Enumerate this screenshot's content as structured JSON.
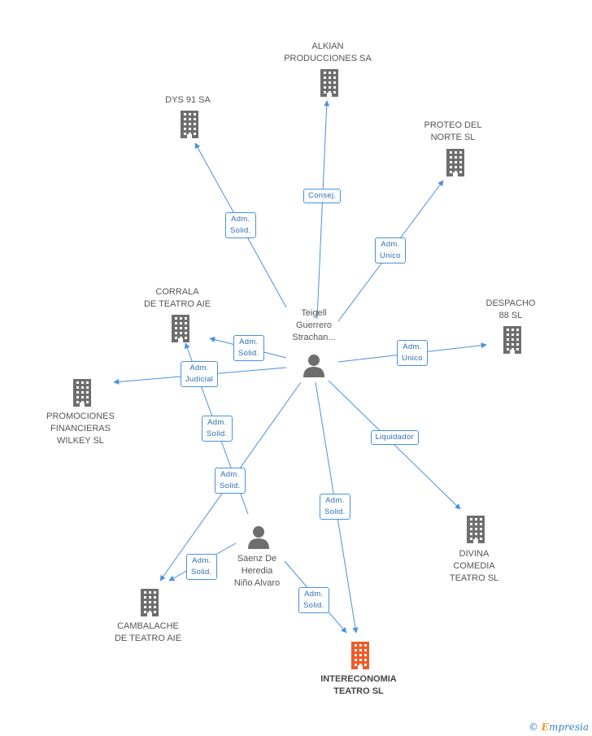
{
  "colors": {
    "edge": "#4a90e2",
    "building": "#6e6e6e",
    "focus_building": "#f05a28",
    "person": "#6e6e6e"
  },
  "nodes": {
    "alkian": {
      "label": "ALKIAN\nPRODUCCIONES SA",
      "icon": "building-icon"
    },
    "dys91": {
      "label": "DYS 91 SA",
      "icon": "building-icon"
    },
    "proteo": {
      "label": "PROTEO DEL\nNORTE SL",
      "icon": "building-icon"
    },
    "corrala": {
      "label": "CORRALA\nDE TEATRO AIE",
      "icon": "building-icon"
    },
    "despacho": {
      "label": "DESPACHO\n88 SL",
      "icon": "building-icon"
    },
    "teigell": {
      "label": "Teigell\nGuerrero\nStrachan...",
      "icon": "person-icon"
    },
    "promociones": {
      "label": "PROMOCIONES\nFINANCIERAS\nWILKEY SL",
      "icon": "building-icon"
    },
    "saenz": {
      "label": "Saenz De\nHeredia\nNiño Alvaro",
      "icon": "person-icon"
    },
    "divina": {
      "label": "DIVINA\nCOMEDIA\nTEATRO SL",
      "icon": "building-icon"
    },
    "cambalache": {
      "label": "CAMBALACHE\nDE TEATRO AIE",
      "icon": "building-icon"
    },
    "intereconomia": {
      "label": "INTERECONOMIA\nTEATRO SL",
      "icon": "building-icon"
    }
  },
  "edges": [
    {
      "from": "teigell",
      "to": "alkian",
      "label": "Consej."
    },
    {
      "from": "teigell",
      "to": "dys91",
      "label": "Adm.\nSolid."
    },
    {
      "from": "teigell",
      "to": "proteo",
      "label": "Adm.\nUnico"
    },
    {
      "from": "teigell",
      "to": "corrala",
      "label": "Adm.\nSolid."
    },
    {
      "from": "teigell",
      "to": "despacho",
      "label": "Adm.\nUnico"
    },
    {
      "from": "teigell",
      "to": "promociones",
      "label": "Adm.\nJudicial"
    },
    {
      "from": "saenz",
      "to": "corrala",
      "label": "Adm.\nSolid."
    },
    {
      "from": "teigell",
      "to": "divina",
      "label": "Liquidador"
    },
    {
      "from": "teigell",
      "to": "cambalache",
      "label": "Adm.\nSolid."
    },
    {
      "from": "saenz",
      "to": "cambalache",
      "label": "Adm.\nSolid."
    },
    {
      "from": "teigell",
      "to": "intereconomia",
      "label": "Adm.\nSolid."
    },
    {
      "from": "saenz",
      "to": "intereconomia",
      "label": "Adm.\nSolid."
    }
  ],
  "credit": {
    "copyright": "©",
    "brand_initial": "E",
    "brand_rest": "mpresia"
  }
}
